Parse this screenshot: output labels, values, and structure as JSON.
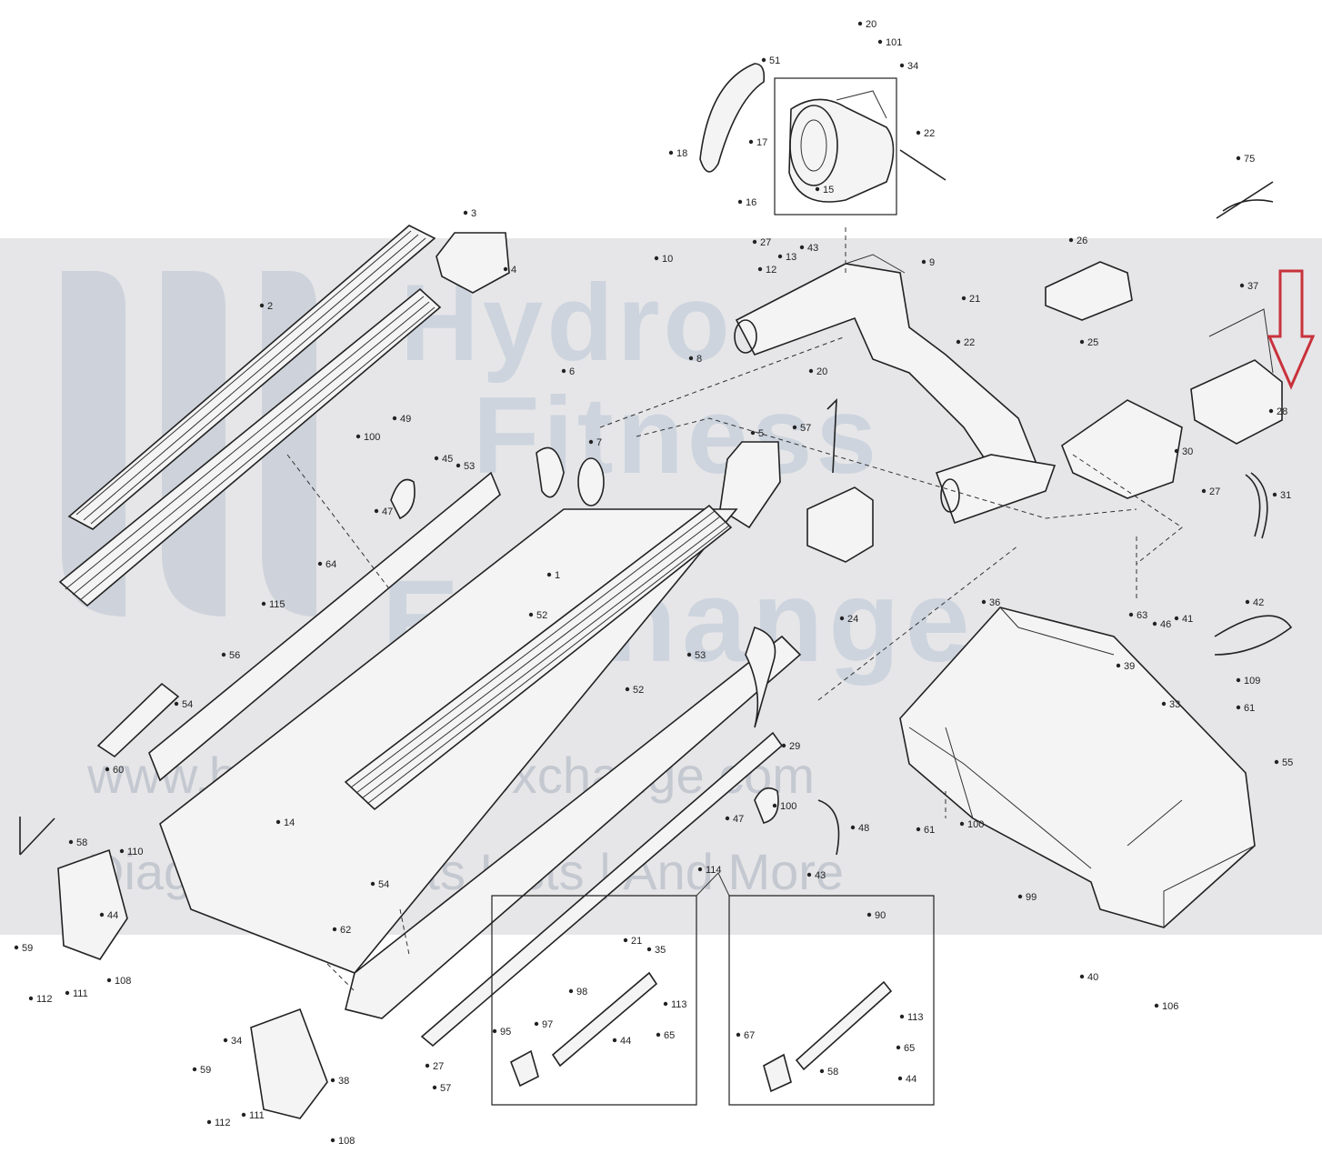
{
  "watermark": {
    "line1": "Hydro",
    "line2": "Fitness",
    "line3": "Exchange",
    "url": "www.hydrofitnessexchange.com",
    "tagline": "Diagrams | Parts Lists | And More"
  },
  "arrow_color": "#c8323c",
  "callouts": [
    {
      "id": "c20a",
      "text": "20"
    },
    {
      "id": "c101a",
      "text": "101"
    },
    {
      "id": "c34a",
      "text": "34"
    },
    {
      "id": "c51",
      "text": "51"
    },
    {
      "id": "c18",
      "text": "18"
    },
    {
      "id": "c17",
      "text": "17"
    },
    {
      "id": "c22",
      "text": "22"
    },
    {
      "id": "c16",
      "text": "16"
    },
    {
      "id": "c15",
      "text": "15"
    },
    {
      "id": "c75",
      "text": "75"
    },
    {
      "id": "c3",
      "text": "3"
    },
    {
      "id": "c4",
      "text": "4"
    },
    {
      "id": "c2",
      "text": "2"
    },
    {
      "id": "c10",
      "text": "10"
    },
    {
      "id": "c27a",
      "text": "27"
    },
    {
      "id": "c12",
      "text": "12"
    },
    {
      "id": "c13",
      "text": "13"
    },
    {
      "id": "c43a",
      "text": "43"
    },
    {
      "id": "c9",
      "text": "9"
    },
    {
      "id": "c26",
      "text": "26"
    },
    {
      "id": "c21",
      "text": "21"
    },
    {
      "id": "c22b",
      "text": "22"
    },
    {
      "id": "c25",
      "text": "25"
    },
    {
      "id": "c8",
      "text": "8"
    },
    {
      "id": "c20b",
      "text": "20"
    },
    {
      "id": "c6",
      "text": "6"
    },
    {
      "id": "c57",
      "text": "57"
    },
    {
      "id": "c28",
      "text": "28"
    },
    {
      "id": "c37",
      "text": "37"
    },
    {
      "id": "c31",
      "text": "31"
    },
    {
      "id": "c30",
      "text": "30"
    },
    {
      "id": "c27b",
      "text": "27"
    },
    {
      "id": "c49",
      "text": "49"
    },
    {
      "id": "c100a",
      "text": "100"
    },
    {
      "id": "c45",
      "text": "45"
    },
    {
      "id": "c53",
      "text": "53"
    },
    {
      "id": "c7",
      "text": "7"
    },
    {
      "id": "c5",
      "text": "5"
    },
    {
      "id": "c47a",
      "text": "47"
    },
    {
      "id": "c64",
      "text": "64"
    },
    {
      "id": "c115",
      "text": "115"
    },
    {
      "id": "c1",
      "text": "1"
    },
    {
      "id": "c52a",
      "text": "52"
    },
    {
      "id": "c36",
      "text": "36"
    },
    {
      "id": "c24",
      "text": "24"
    },
    {
      "id": "c42",
      "text": "42"
    },
    {
      "id": "c63",
      "text": "63"
    },
    {
      "id": "c46",
      "text": "46"
    },
    {
      "id": "c41",
      "text": "41"
    },
    {
      "id": "c109",
      "text": "109"
    },
    {
      "id": "c39",
      "text": "39"
    },
    {
      "id": "c61",
      "text": "61"
    },
    {
      "id": "c33",
      "text": "33"
    },
    {
      "id": "c55",
      "text": "55"
    },
    {
      "id": "c56",
      "text": "56"
    },
    {
      "id": "c54a",
      "text": "54"
    },
    {
      "id": "c60",
      "text": "60"
    },
    {
      "id": "c53b",
      "text": "53"
    },
    {
      "id": "c52b",
      "text": "52"
    },
    {
      "id": "c29",
      "text": "29"
    },
    {
      "id": "c100b",
      "text": "100"
    },
    {
      "id": "c47b",
      "text": "47"
    },
    {
      "id": "c48",
      "text": "48"
    },
    {
      "id": "c43b",
      "text": "43"
    },
    {
      "id": "c61b",
      "text": "61"
    },
    {
      "id": "c100c",
      "text": "100"
    },
    {
      "id": "c99",
      "text": "99"
    },
    {
      "id": "c14",
      "text": "14"
    },
    {
      "id": "c110",
      "text": "110"
    },
    {
      "id": "c58",
      "text": "58"
    },
    {
      "id": "c54b",
      "text": "54"
    },
    {
      "id": "c114",
      "text": "114"
    },
    {
      "id": "c44a",
      "text": "44"
    },
    {
      "id": "c59a",
      "text": "59"
    },
    {
      "id": "c112a",
      "text": "112"
    },
    {
      "id": "c111a",
      "text": "111"
    },
    {
      "id": "c108a",
      "text": "108"
    },
    {
      "id": "c62",
      "text": "62"
    },
    {
      "id": "c40",
      "text": "40"
    },
    {
      "id": "c106",
      "text": "106"
    },
    {
      "id": "c21b",
      "text": "21"
    },
    {
      "id": "c35",
      "text": "35"
    },
    {
      "id": "c113a",
      "text": "113"
    },
    {
      "id": "c65",
      "text": "65"
    },
    {
      "id": "c44b",
      "text": "44"
    },
    {
      "id": "c98",
      "text": "98"
    },
    {
      "id": "c95",
      "text": "95"
    },
    {
      "id": "c97",
      "text": "97"
    },
    {
      "id": "c34b",
      "text": "34"
    },
    {
      "id": "c59b",
      "text": "59"
    },
    {
      "id": "c112b",
      "text": "112"
    },
    {
      "id": "c111b",
      "text": "111"
    },
    {
      "id": "c38",
      "text": "38"
    },
    {
      "id": "c108b",
      "text": "108"
    },
    {
      "id": "c27c",
      "text": "27"
    },
    {
      "id": "c57b",
      "text": "57"
    },
    {
      "id": "c90",
      "text": "90"
    },
    {
      "id": "c113b",
      "text": "113"
    },
    {
      "id": "c65b",
      "text": "65"
    },
    {
      "id": "c44c",
      "text": "44"
    },
    {
      "id": "c67",
      "text": "67"
    },
    {
      "id": "c58b",
      "text": "58"
    }
  ]
}
